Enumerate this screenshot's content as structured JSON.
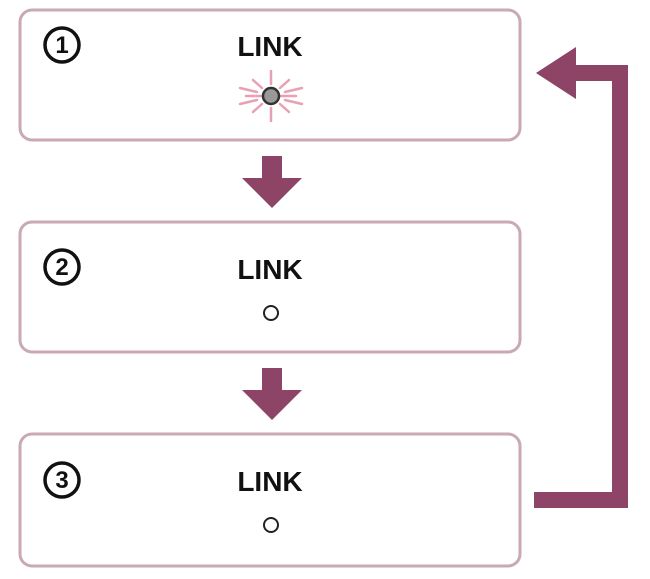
{
  "colors": {
    "accent": "#8e4466",
    "box_border": "#c9a9b6",
    "led_ray": "#e8a0b4",
    "led_on_fill": "#999999",
    "text": "#111111"
  },
  "steps": [
    {
      "number": "1",
      "label": "LINK",
      "indicator": "blinking-led-icon"
    },
    {
      "number": "2",
      "label": "LINK",
      "indicator": "led-off-icon"
    },
    {
      "number": "3",
      "label": "LINK",
      "indicator": "led-off-icon"
    }
  ],
  "connectors": [
    {
      "from": "1",
      "to": "2",
      "icon": "arrow-down-icon"
    },
    {
      "from": "2",
      "to": "3",
      "icon": "arrow-down-icon"
    },
    {
      "from": "3",
      "to": "1",
      "icon": "return-arrow-icon"
    }
  ]
}
